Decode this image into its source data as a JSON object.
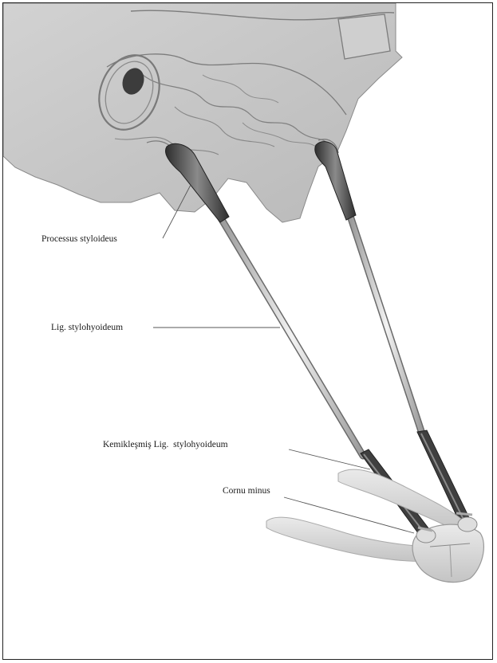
{
  "labels": {
    "processus_styloideus": "Processus styloideus",
    "lig_stylohyoideum": "Lig. stylohyoideum",
    "kemiklesmis_lig": "Kemikleşmiş Lig.  stylohyoideum",
    "cornu_minus": "Cornu minus"
  },
  "colors": {
    "skull": "#c9c9c9",
    "skull_dark": "#9a9a9a",
    "bone_dark": "#4a4a4a",
    "ligament": "#d9d9d9",
    "hyoid": "#dcdcdc",
    "leader_line": "#555555"
  }
}
